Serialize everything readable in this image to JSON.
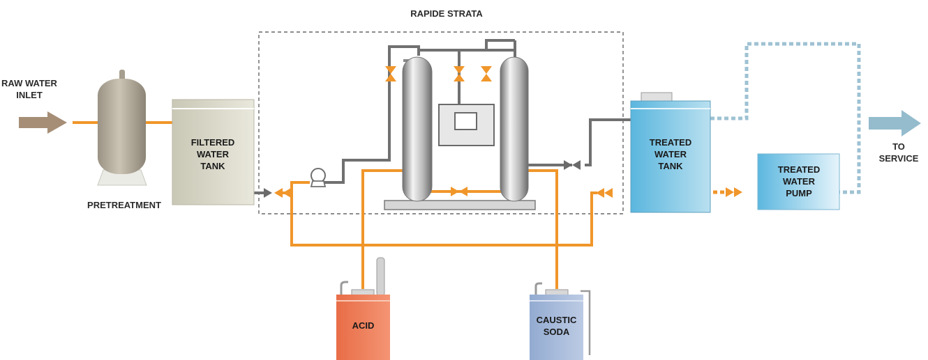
{
  "title": "RAPIDE STRATA",
  "inlet": {
    "line1": "RAW WATER",
    "line2": "INLET"
  },
  "pretreatment": {
    "label": "PRETREATMENT"
  },
  "filtered_tank": {
    "line1": "FILTERED",
    "line2": "WATER",
    "line3": "TANK"
  },
  "treated_tank": {
    "line1": "TREATED",
    "line2": "WATER",
    "line3": "TANK"
  },
  "treated_pump": {
    "line1": "TREATED",
    "line2": "WATER",
    "line3": "PUMP"
  },
  "service": {
    "line1": "TO",
    "line2": "SERVICE"
  },
  "acid": {
    "label": "ACID"
  },
  "caustic": {
    "line1": "CAUSTIC",
    "line2": "SODA"
  },
  "colors": {
    "process_line": "#f0962a",
    "grey_line": "#707070",
    "service_line": "#9ec2d3",
    "inlet_arrow": "#a68e76",
    "service_arrow": "#94bccd",
    "acid_tank": "#ee7a55",
    "caustic_tank": "#9fb4d6",
    "treated_tank": "#74c3e3",
    "filtered_tank": "#d4d2c2",
    "vessel_metal": "#9a9a9a"
  }
}
